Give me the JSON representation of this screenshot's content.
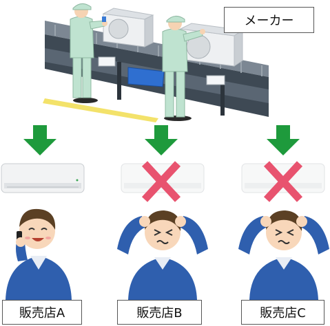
{
  "maker": {
    "label": "メーカー"
  },
  "stores": [
    {
      "label": "販売店A",
      "delivered": true
    },
    {
      "label": "販売店B",
      "delivered": false
    },
    {
      "label": "販売店C",
      "delivered": false
    }
  ],
  "colors": {
    "arrow": "#1e9a3c",
    "cross": "#e8536f",
    "uniform_factory": "#bfe3d0",
    "uniform_store": "#2f5fae",
    "conveyor": "#5a6673"
  }
}
